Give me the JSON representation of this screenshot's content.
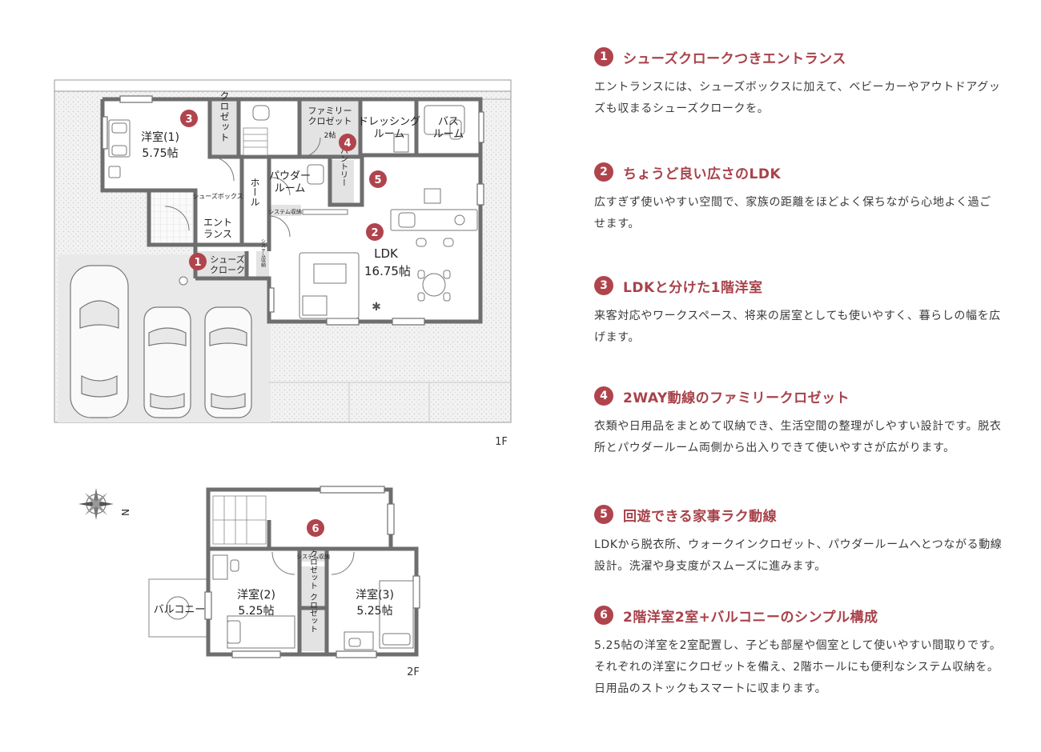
{
  "floor_1f": {
    "level_label": "1F",
    "rooms": {
      "western1_name": "洋室(1)",
      "western1_size": "5.75帖",
      "closet": "クロ\nゼット",
      "family_closet": "ファミリー\nクロゼット",
      "family_closet_size": "2帖",
      "dressing": "ドレッシング\nルーム",
      "bath": "バス\nルーム",
      "powder": "パウダー\nルーム",
      "pantry": "パン\nトリー",
      "hall": "ホール",
      "shoe_box": "シューズボックス",
      "entrance": "エント\nランス",
      "system_storage": "システム収納",
      "shoe_cloak": "シューズ\nクローク",
      "system_storage_v": "システム収納",
      "ldk_name": "LDK",
      "ldk_size": "16.75帖"
    },
    "markers": [
      "1",
      "2",
      "3",
      "4",
      "5"
    ]
  },
  "floor_2f": {
    "level_label": "2F",
    "compass_label": "N",
    "rooms": {
      "western2_name": "洋室(2)",
      "western2_size": "5.25帖",
      "western3_name": "洋室(3)",
      "western3_size": "5.25帖",
      "balcony": "バルコニー",
      "closet_a": "クロ\nゼット",
      "closet_b": "クロ\nゼット",
      "system_storage": "システム収納"
    },
    "markers": [
      "6"
    ]
  },
  "features": [
    {
      "num": "1",
      "title": "シューズクロークつきエントランス",
      "body": "エントランスには、シューズボックスに加えて、ベビーカーやアウトドアグッズも収まるシューズクロークを。"
    },
    {
      "num": "2",
      "title": "ちょうど良い広さのLDK",
      "body": "広すぎず使いやすい空間で、家族の距離をほどよく保ちながら心地よく過ごせます。"
    },
    {
      "num": "3",
      "title": "LDKと分けた1階洋室",
      "body": "来客対応やワークスペース、将来の居室としても使いやすく、暮らしの幅を広げます。"
    },
    {
      "num": "4",
      "title": "2WAY動線のファミリークロゼット",
      "body": "衣類や日用品をまとめて収納でき、生活空間の整理がしやすい設計です。脱衣所とパウダールーム両側から出入りできて使いやすさが広がります。"
    },
    {
      "num": "5",
      "title": "回遊できる家事ラク動線",
      "body": "LDKから脱衣所、ウォークインクロゼット、パウダールームへとつながる動線設計。洗濯や身支度がスムーズに進みます。"
    },
    {
      "num": "6",
      "title": "2階洋室2室+バルコニーのシンプル構成",
      "body": "5.25帖の洋室を2室配置し、子ども部屋や個室として使いやすい間取りです。それぞれの洋室にクロゼットを備え、2階ホールにも便利なシステム収納を。日用品のストックもスマートに収まります。"
    }
  ],
  "colors": {
    "accent": "#b0444d",
    "wall": "#6e6e6e",
    "ground": "#eeeeee"
  }
}
